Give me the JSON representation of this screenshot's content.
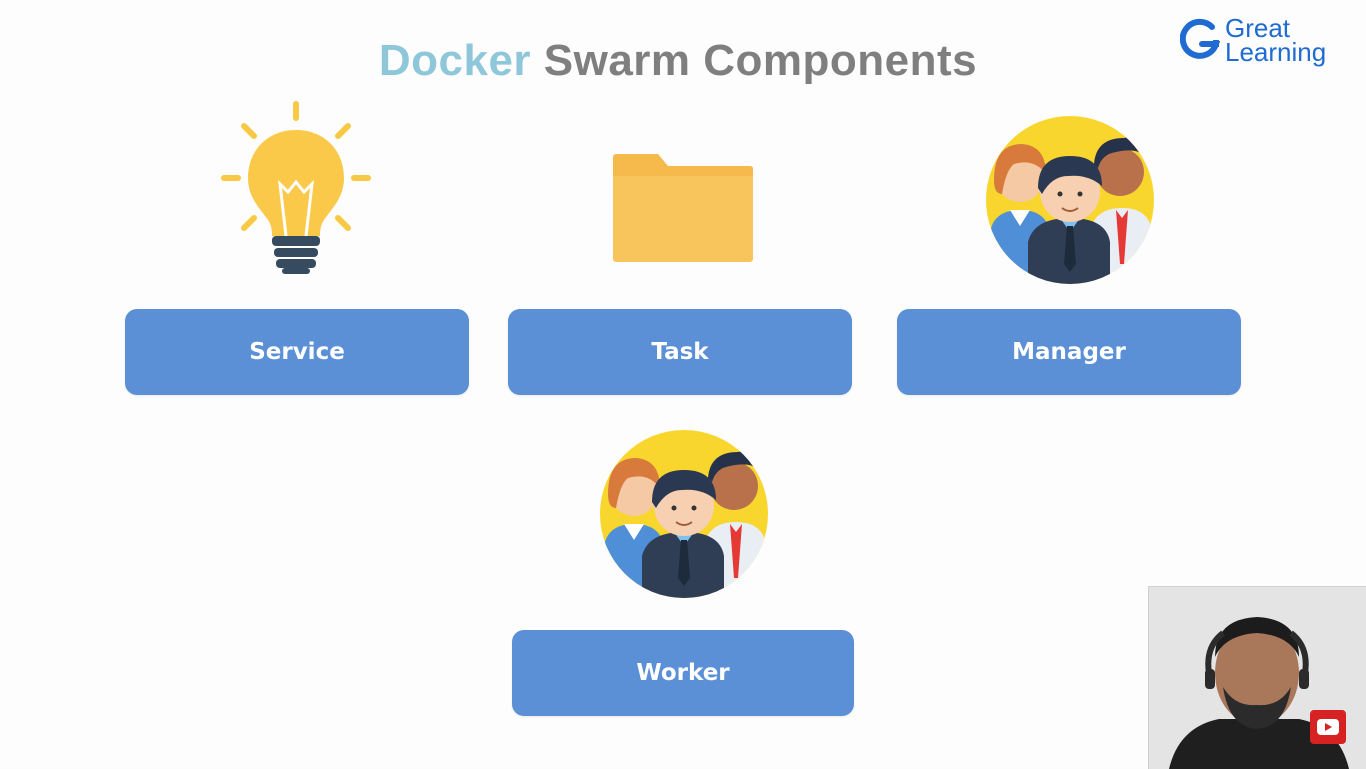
{
  "slide": {
    "title_part1": "Docker",
    "title_part2": "Swarm Components",
    "title_colors": {
      "part1": "#8fc7da",
      "part2": "#7f7f7f"
    }
  },
  "logo": {
    "line1": "Great",
    "line2": "Learning",
    "color": "#1f6bd1"
  },
  "components": [
    {
      "label": "Service",
      "icon": "lightbulb-icon"
    },
    {
      "label": "Task",
      "icon": "folder-icon"
    },
    {
      "label": "Manager",
      "icon": "people-group-icon"
    },
    {
      "label": "Worker",
      "icon": "people-group-icon"
    }
  ],
  "box_color": "#5b8fd6",
  "presenter": {
    "icon": "presenter-webcam",
    "subscribe_icon": "subscribe-icon"
  }
}
